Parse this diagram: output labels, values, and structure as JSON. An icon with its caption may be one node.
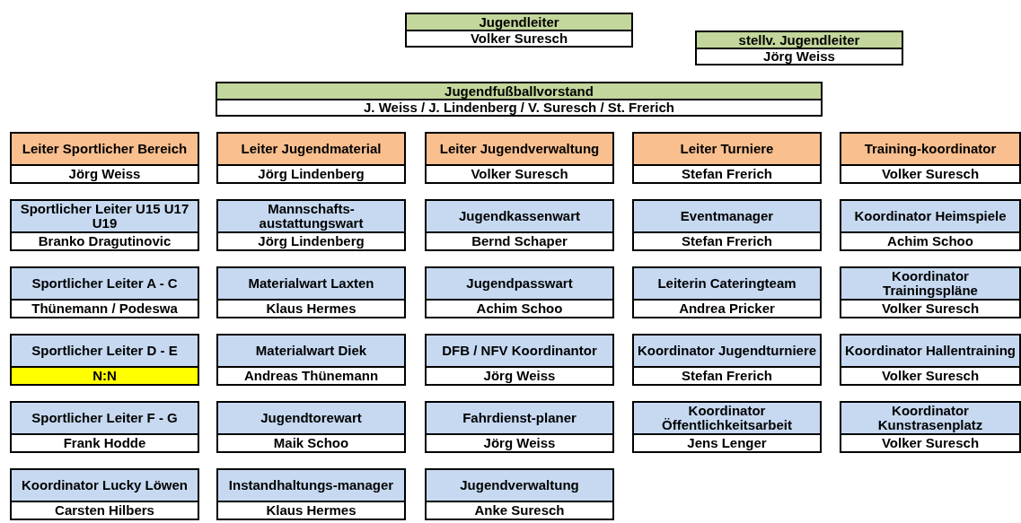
{
  "diagram": {
    "nodes": [
      {
        "text": [
          "Jugendleiter",
          "Volker Suresch"
        ]
      },
      {
        "text": [
          "stellv. Jugendleiter",
          "Jörg Weiss"
        ]
      },
      {
        "text": [
          "Jugendfußballvorstand",
          "J. Weiss / J. Lindenberg / V. Suresch / St. Frerich"
        ]
      },
      {
        "text": [
          "Leiter Sportlicher Bereich",
          "Jörg Weiss"
        ]
      },
      {
        "text": [
          "Leiter Jugendmaterial",
          "Jörg Lindenberg"
        ]
      },
      {
        "text": [
          "Leiter Jugendverwaltung",
          "Volker Suresch"
        ]
      },
      {
        "text": [
          "Leiter Turniere",
          "Stefan Frerich"
        ]
      },
      {
        "text": [
          "Training-koordinator",
          "Volker Suresch"
        ]
      },
      {
        "text": [
          "Sportlicher Leiter U15 U17 U19",
          "Branko Dragutinovic"
        ]
      },
      {
        "text": [
          "Mannschafts-austattungswart",
          "Jörg Lindenberg"
        ]
      },
      {
        "text": [
          "Jugendkassenwart",
          "Bernd Schaper"
        ]
      },
      {
        "text": [
          "Eventmanager",
          "Stefan Frerich"
        ]
      },
      {
        "text": [
          "Koordinator Heimspiele",
          "Achim Schoo"
        ]
      },
      {
        "text": [
          "Sportlicher Leiter A - C",
          "Thünemann / Podeswa"
        ]
      },
      {
        "text": [
          "Materialwart Laxten",
          "Klaus Hermes"
        ]
      },
      {
        "text": [
          "Jugendpasswart",
          "Achim Schoo"
        ]
      },
      {
        "text": [
          "Leiterin Cateringteam",
          "Andrea Pricker"
        ]
      },
      {
        "text": [
          "Koordinator Trainingspläne",
          "Volker Suresch"
        ]
      },
      {
        "text": [
          "Sportlicher Leiter D - E",
          "N:N"
        ]
      },
      {
        "text": [
          "Materialwart Diek",
          "Andreas Thünemann"
        ]
      },
      {
        "text": [
          "DFB / NFV Koordinantor",
          "Jörg Weiss"
        ]
      },
      {
        "text": [
          "Koordinator Jugendturniere",
          "Stefan Frerich"
        ]
      },
      {
        "text": [
          "Koordinator Hallentraining",
          "Volker Suresch"
        ]
      },
      {
        "text": [
          "Sportlicher Leiter F - G",
          "Frank Hodde"
        ]
      },
      {
        "text": [
          "Jugendtorewart",
          "Maik Schoo"
        ]
      },
      {
        "text": [
          "Fahrdienst-planer",
          "Jörg Weiss"
        ]
      },
      {
        "text": [
          "Koordinator Öffentlichkeitsarbeit",
          "Jens Lenger"
        ]
      },
      {
        "text": [
          "Koordinator Kunstrasenplatz",
          "Volker Suresch"
        ]
      },
      {
        "text": [
          "Koordinator Lucky Löwen",
          "Carsten Hilbers"
        ]
      },
      {
        "text": [
          "Instandhaltungs-manager",
          "Klaus Hermes"
        ]
      },
      {
        "text": [
          "Jugendverwaltung",
          "Anke Suresch"
        ]
      }
    ]
  }
}
